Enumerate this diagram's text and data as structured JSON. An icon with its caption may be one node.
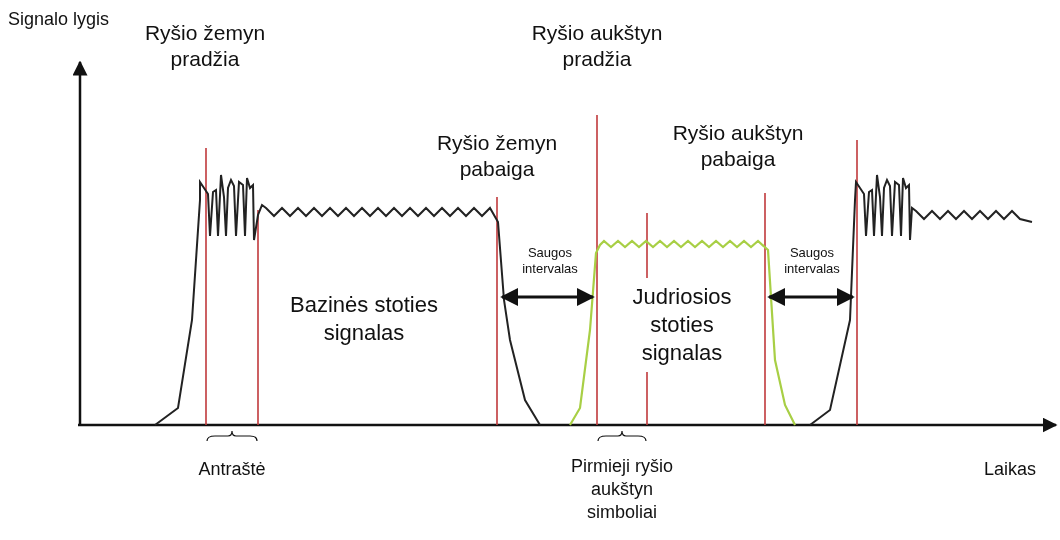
{
  "diagram": {
    "labels": [
      "Signalo lygis",
      "Ryšio žemyn pradžia",
      "Ryšio aukštyn pradžia",
      "Ryšio žemyn pabaiga",
      "Ryšio aukštyn pabaiga",
      "Saugos intervalas",
      "Saugos intervalas",
      "Bazinės stoties signalas",
      "Judriosios stoties signalas",
      "Antraštė",
      "Pirmieji ryšio aukštyn simboliai",
      "Laikas"
    ]
  }
}
